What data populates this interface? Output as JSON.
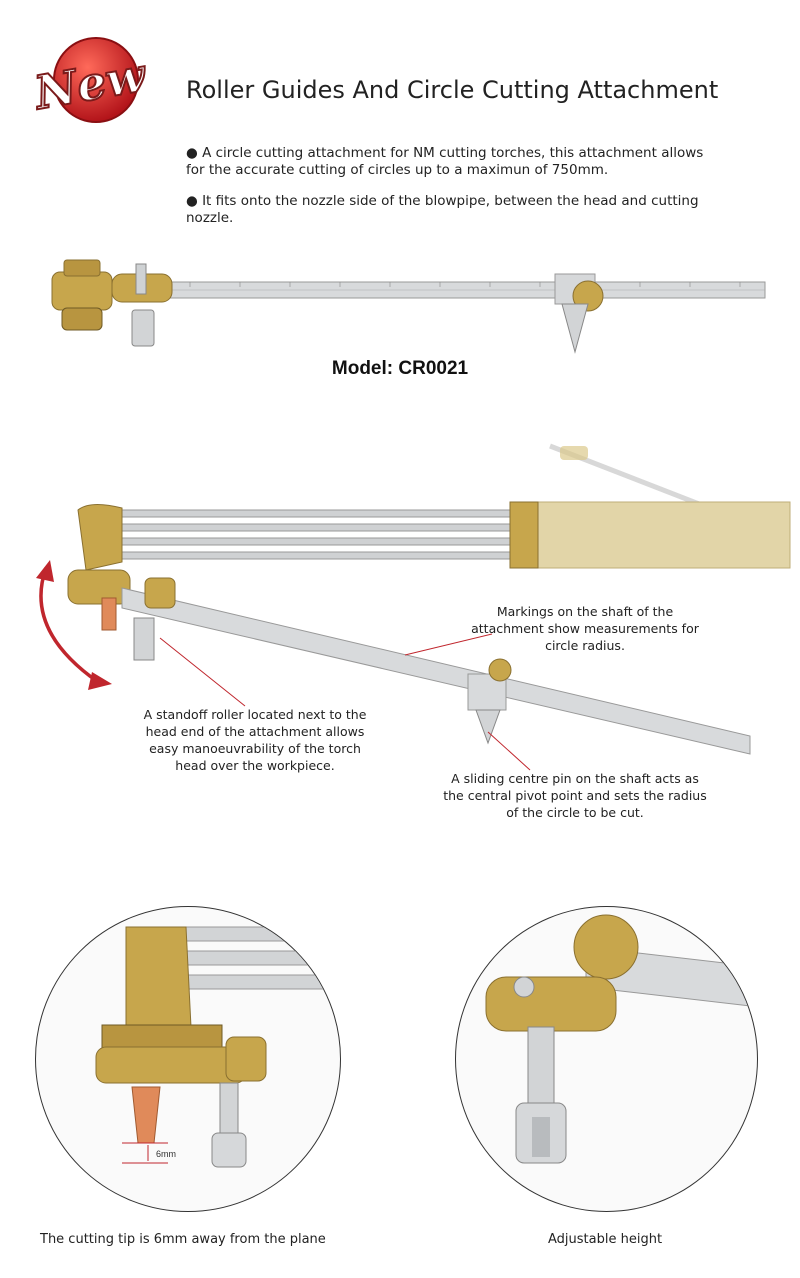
{
  "badge": {
    "text": "New"
  },
  "header": {
    "title": "Roller Guides And Circle Cutting Attachment"
  },
  "description": {
    "bullets": [
      "● A circle cutting attachment for  NM cutting torches, this attachment allows for the accurate cutting of circles up to a maximun of 750mm.",
      "● It fits onto the nozzle side of the blowpipe, between the head and cutting nozzle."
    ]
  },
  "model": {
    "label": "Model: CR0021"
  },
  "callouts": {
    "markings": "Markings on the shaft of the attachment show measurements for circle radius.",
    "roller": "A standoff roller located next to the head end of the attachment allows easy manoeuvrability of the torch head over the workpiece.",
    "pin": "A sliding centre pin on the shaft acts as the central pivot point and sets the radius of the circle to be cut."
  },
  "details": {
    "left_caption": "The cutting tip is 6mm away from the plane",
    "left_measure": "6mm",
    "right_caption": "Adjustable height"
  },
  "colors": {
    "brass": "#c7a64c",
    "steel": "#d4d6d8",
    "accent_red": "#c0262d"
  }
}
